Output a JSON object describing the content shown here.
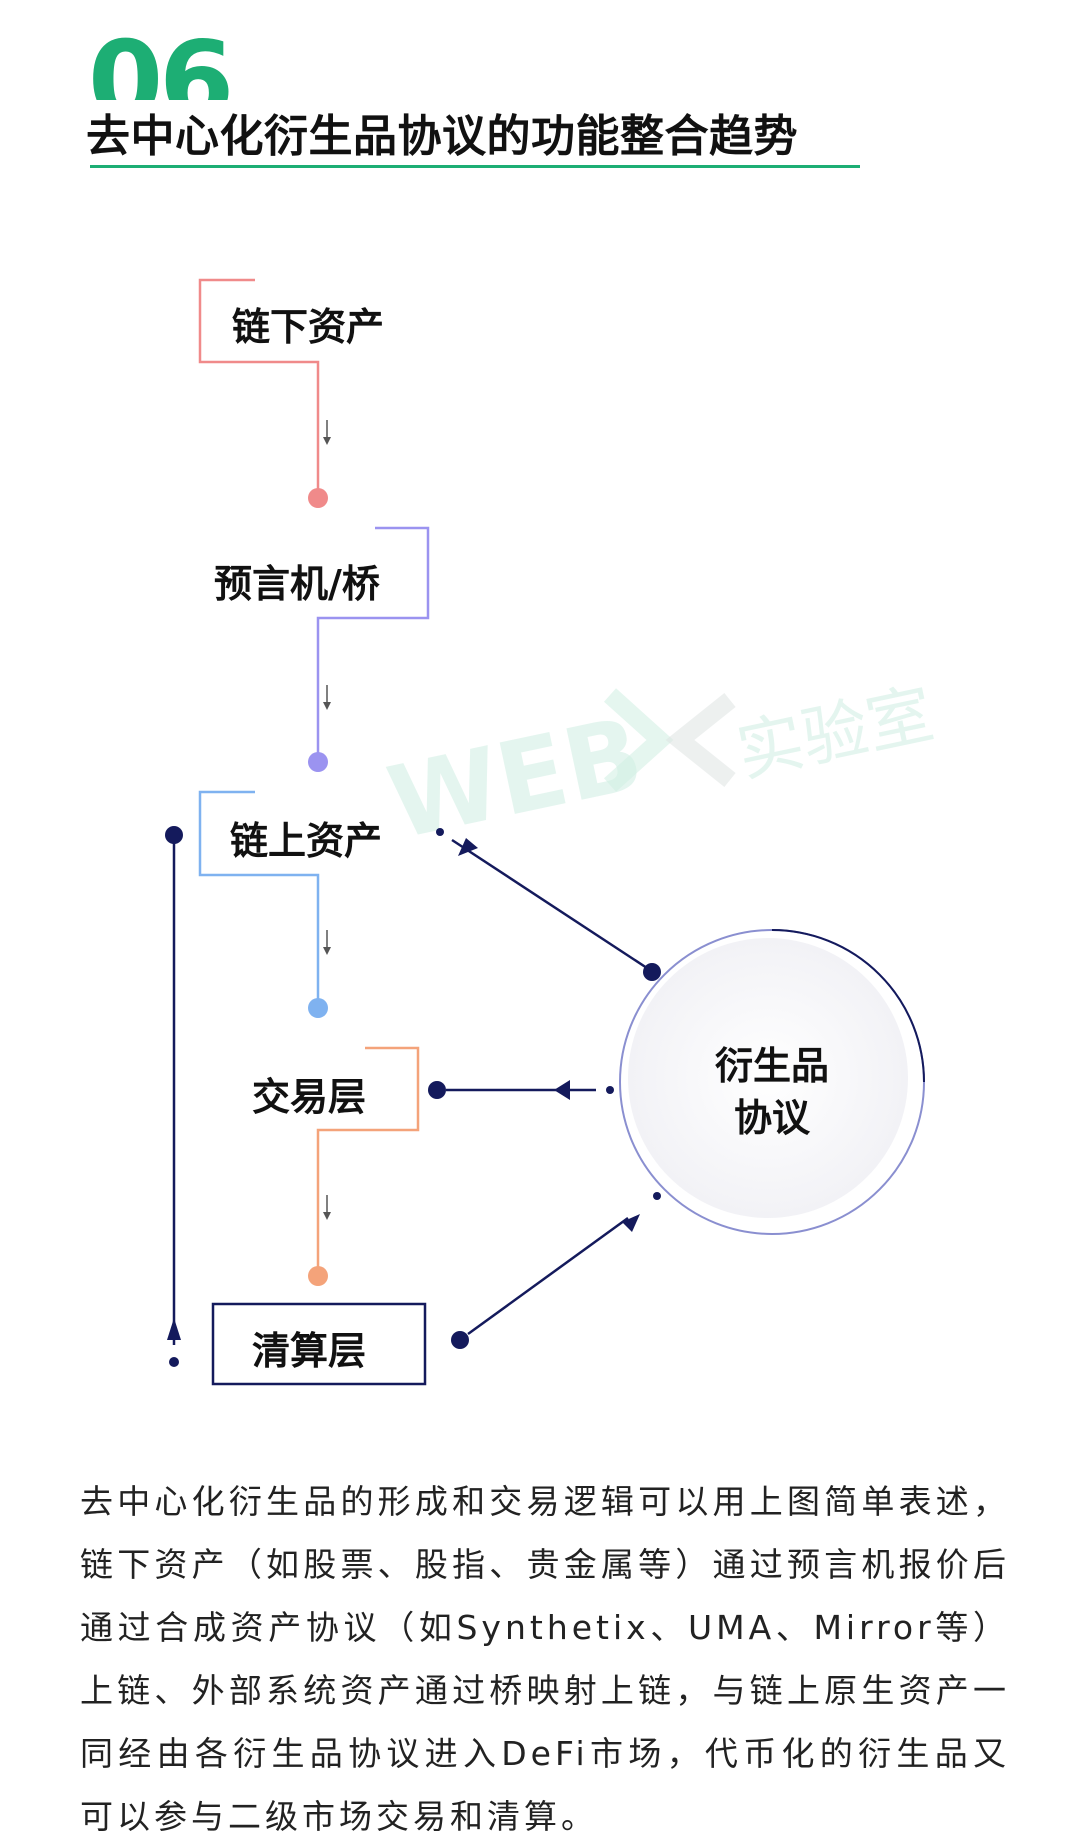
{
  "header": {
    "section_number": "06",
    "title": "去中心化衍生品协议的功能整合趋势"
  },
  "diagram": {
    "nodes": {
      "offchain_assets": "链下资产",
      "oracle_bridge": "预言机/桥",
      "onchain_assets": "链上资产",
      "trading_layer": "交易层",
      "clearing_layer": "清算层"
    },
    "hub": {
      "line1": "衍生品",
      "line2": "协议"
    },
    "colors": {
      "offchain": "#f08a8a",
      "oracle": "#9b93f0",
      "onchain": "#7fb2f0",
      "trading": "#f4a37a",
      "navy": "#141a5c",
      "accent_green": "#1dae74"
    },
    "watermark": {
      "text": "WEB",
      "cn": "实验室"
    }
  },
  "description": {
    "text": "去中心化衍生品的形成和交易逻辑可以用上图简单表述，链下资产（如股票、股指、贵金属等）通过预言机报价后通过合成资产协议（如Synthetix、UMA、Mirror等）上链、外部系统资产通过桥映射上链，与链上原生资产一同经由各衍生品协议进入DeFi市场，代币化的衍生品又可以参与二级市场交易和清算。"
  }
}
